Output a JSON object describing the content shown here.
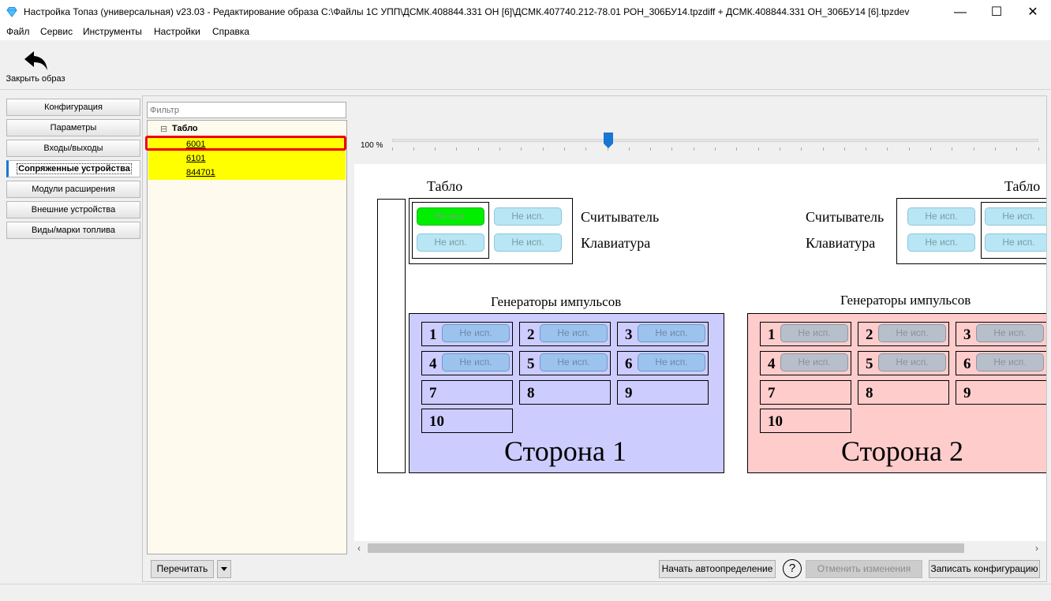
{
  "window": {
    "title": "Настройка Топаз (универсальная) v23.03 - Редактирование образа C:\\Файлы 1С УПП\\ДСМК.408844.331 ОН [6]\\ДСМК.407740.212-78.01 РОН_306БУ14.tpzdiff + ДСМК.408844.331 ОН_306БУ14 [6].tpzdev",
    "minimize": "—",
    "maximize": "☐",
    "close": "✕"
  },
  "menu": [
    "Файл",
    "Сервис",
    "Инструменты",
    "Настройки",
    "Справка"
  ],
  "toolbar": {
    "close_image_label": "Закрыть образ"
  },
  "tabs": [
    {
      "label": "Конфигурация",
      "active": false
    },
    {
      "label": "Параметры",
      "active": false
    },
    {
      "label": "Входы/выходы",
      "active": false
    },
    {
      "label": "Сопряженные устройства",
      "active": true
    },
    {
      "label": "Модули расширения",
      "active": false
    },
    {
      "label": "Внешние устройства",
      "active": false
    },
    {
      "label": "Виды/марки топлива",
      "active": false
    }
  ],
  "filter": {
    "placeholder": "Фильтр"
  },
  "tree": {
    "root": "Табло",
    "expander": "⊟",
    "items": [
      "6001",
      "6101",
      "844701"
    ]
  },
  "zoom": {
    "label": "100 %",
    "value_percent": 100
  },
  "canvas": {
    "side1": {
      "tablo_label": "Табло",
      "reader_label": "Считыватель",
      "keyboard_label": "Клавиатура",
      "tablo_buttons": [
        "Не исп.",
        "Не исп.",
        "Не исп.",
        "Не исп."
      ],
      "gen_title": "Генераторы импульсов",
      "cells": [
        {
          "num": "1",
          "state": "Не исп."
        },
        {
          "num": "2",
          "state": "Не исп."
        },
        {
          "num": "3",
          "state": "Не исп."
        },
        {
          "num": "4",
          "state": "Не исп."
        },
        {
          "num": "5",
          "state": "Не исп."
        },
        {
          "num": "6",
          "state": "Не исп."
        },
        {
          "num": "7",
          "state": ""
        },
        {
          "num": "8",
          "state": ""
        },
        {
          "num": "9",
          "state": ""
        },
        {
          "num": "10",
          "state": ""
        }
      ],
      "side_label": "Сторона 1",
      "color": "#ccccff"
    },
    "side2": {
      "tablo_label": "Табло",
      "reader_label": "Считыватель",
      "keyboard_label": "Клавиатура",
      "tablo_buttons": [
        "Не исп.",
        "Не исп.",
        "Не исп.",
        "Не исп."
      ],
      "gen_title": "Генераторы импульсов",
      "cells": [
        {
          "num": "1",
          "state": "Не исп."
        },
        {
          "num": "2",
          "state": "Не исп."
        },
        {
          "num": "3",
          "state": "Не исп."
        },
        {
          "num": "4",
          "state": "Не исп."
        },
        {
          "num": "5",
          "state": "Не исп."
        },
        {
          "num": "6",
          "state": "Не исп."
        },
        {
          "num": "7",
          "state": ""
        },
        {
          "num": "8",
          "state": ""
        },
        {
          "num": "9",
          "state": ""
        },
        {
          "num": "10",
          "state": ""
        }
      ],
      "side_label": "Сторона 2",
      "color": "#ffcccc"
    }
  },
  "buttons": {
    "reread": "Перечитать",
    "autodetect": "Начать автоопределение",
    "help": "?",
    "cancel_changes": "Отменить изменения",
    "write_config": "Записать конфигурацию"
  },
  "colors": {
    "highlight": "#ffff00",
    "selection_border": "#ee0000",
    "active_tab_accent": "#1976d2"
  }
}
